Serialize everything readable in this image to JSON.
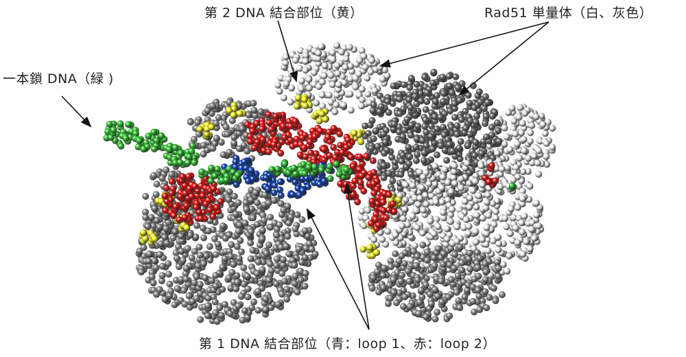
{
  "labels": {
    "second_site": "第 2 DNA 結合部位（黄）",
    "monomer": "Rad51 単量体（白、灰色）",
    "ssdna": "一本鎖 DNA（緑 )",
    "first_site": "第 1 DNA 結合部位（青：loop 1、赤：loop 2）"
  },
  "colors": {
    "grey": "#8a8a8a",
    "dark_grey": "#6a6a6a",
    "white": "#f0f0f0",
    "red": "#e01010",
    "blue": "#1040b0",
    "green": "#30c030",
    "yellow": "#f0f020"
  }
}
